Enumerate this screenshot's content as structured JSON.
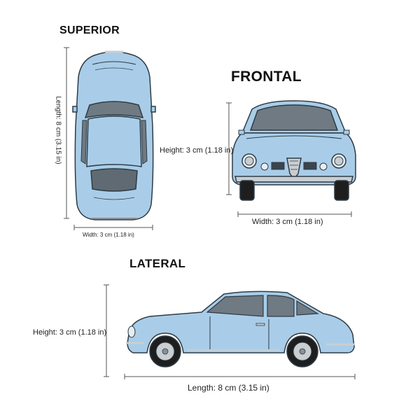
{
  "views": {
    "superior": {
      "title": "SUPERIOR",
      "length_label": "Length: 8 cm (3.15 in)",
      "width_label": "Width: 3 cm (1.18 in)"
    },
    "frontal": {
      "title": "FRONTAL",
      "height_label": "Height: 3 cm (1.18 in)",
      "width_label": "Width: 3 cm (1.18 in)"
    },
    "lateral": {
      "title": "LATERAL",
      "height_label": "Height: 3 cm (1.18 in)",
      "length_label": "Length: 8 cm (3.15 in)"
    }
  },
  "colors": {
    "body": "#a9cde8",
    "outline": "#2f3b45",
    "glass": "#6f7a82",
    "tire": "#1e1e1e",
    "chrome": "#c9ced2"
  }
}
